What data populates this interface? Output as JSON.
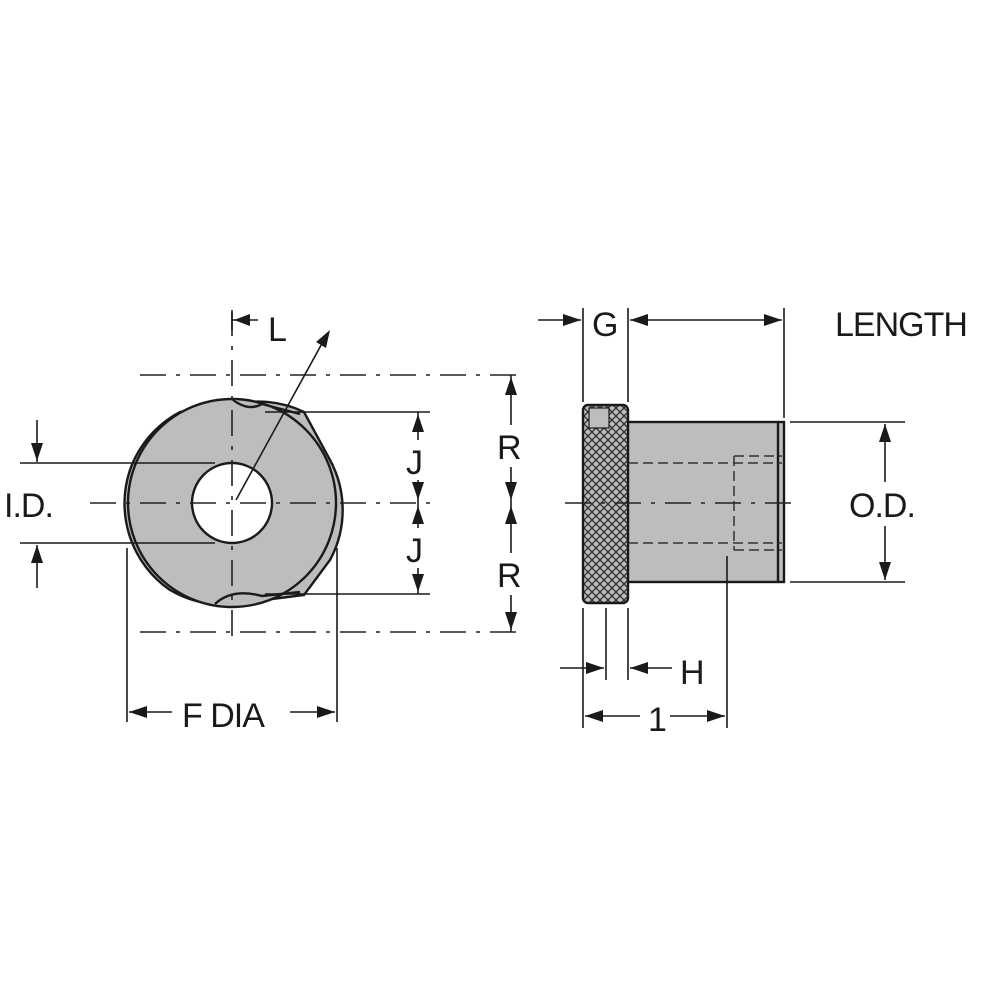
{
  "labels": {
    "l": "L",
    "g": "G",
    "length": "LENGTH",
    "j_top": "J",
    "j_bottom": "J",
    "r_top": "R",
    "r_bottom": "R",
    "id": "I.D.",
    "od": "O.D.",
    "f_dia": "F DIA",
    "h": "H",
    "one": "1"
  },
  "colors": {
    "part_fill": "#bdbdbd",
    "line": "#1a1a1a",
    "background": "#ffffff"
  }
}
